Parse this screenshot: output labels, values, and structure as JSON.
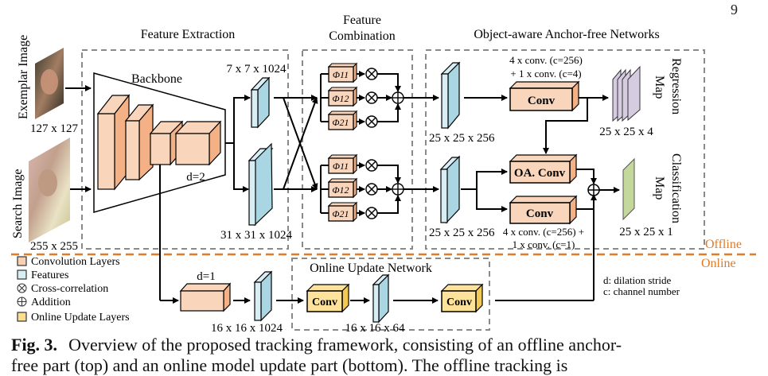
{
  "page_number": "9",
  "sections": {
    "feature_extraction": "Feature Extraction",
    "feature_combination_line1": "Feature",
    "feature_combination_line2": "Combination",
    "anchor_free": "Object-aware Anchor-free Networks",
    "online_update": "Online Update Network"
  },
  "inputs": {
    "exemplar_label": "Exemplar Image",
    "exemplar_size": "127 x 127",
    "search_label": "Search Image",
    "search_size": "255 x 255"
  },
  "backbone": {
    "label": "Backbone",
    "dilation": "d=2"
  },
  "features": {
    "exemplar_feat": "7 x 7 x 1024",
    "search_feat": "31 x 31 x 1024",
    "reg_feat": "25 x 25 x 256",
    "cls_feat": "25 x 25 x 256",
    "online_feat1": "16 x 16 x 1024",
    "online_feat2": "16 x 16 x 64"
  },
  "combination": {
    "top": [
      "Φ11",
      "Φ12",
      "Φ21"
    ],
    "bottom": [
      "Φ11",
      "Φ12",
      "Φ21"
    ]
  },
  "heads": {
    "reg_conv_note_line1": "4 x conv. (c=256)",
    "reg_conv_note_line2": "+ 1 x conv. (c=4)",
    "reg_conv": "Conv",
    "reg_map_size": "25 x 25 x 4",
    "reg_map_label_line1": "Regression",
    "reg_map_label_line2": "Map",
    "oa_conv": "OA. Conv",
    "cls_conv": "Conv",
    "cls_conv_note_line1": "4 x conv. (c=256) +",
    "cls_conv_note_line2": "1 x conv. (c=1)",
    "cls_map_size": "25 x 25 x 1",
    "cls_map_label_line1": "Classification",
    "cls_map_label_line2": "Map"
  },
  "online": {
    "dilation": "d=1",
    "conv1": "Conv",
    "conv2": "Conv"
  },
  "divider": {
    "offline": "Offline",
    "online": "Online",
    "color": "#E07B28"
  },
  "legend": {
    "items": [
      {
        "label": "Convolution Layers",
        "kind": "swatch",
        "color": "#F9D0B4"
      },
      {
        "label": "Features",
        "kind": "swatch",
        "color": "#D6EEF5"
      },
      {
        "label": "Cross-correlation",
        "kind": "otimes"
      },
      {
        "label": "Addition",
        "kind": "oplus"
      },
      {
        "label": "Online Update Layers",
        "kind": "swatch",
        "color": "#FBDF8E"
      }
    ]
  },
  "notes": {
    "dilation": "d: dilation stride",
    "channel": "c: channel number"
  },
  "caption": {
    "label": "Fig. 3.",
    "text": "Overview of the proposed tracking framework, consisting of an offline anchor-",
    "text_line2": "free part (top) and an online model update part (bottom). The offline tracking is"
  },
  "colors": {
    "conv_front": "#F9D5BC",
    "conv_side": "#F3B185",
    "feat_front": "#D8EEF4",
    "feat_side": "#A9D6E2",
    "online_front": "#FCE29A",
    "online_side": "#F2C857",
    "reg_map": "#D6CCE2",
    "cls_map": "#C4D89B",
    "dash": "#8A8A8A"
  }
}
